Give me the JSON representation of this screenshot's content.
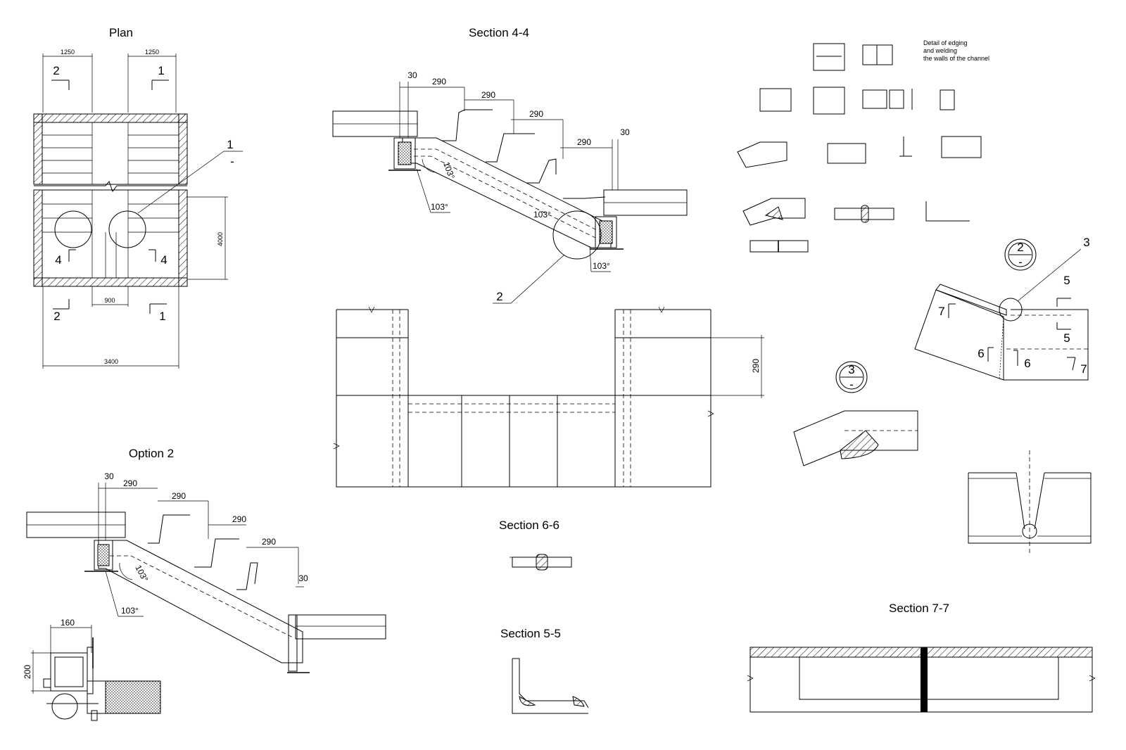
{
  "titles": {
    "plan": "Plan",
    "section44": "Section 4-4",
    "option2": "Option 2",
    "section66": "Section 6-6",
    "section55": "Section 5-5",
    "section77": "Section 7-7"
  },
  "note": {
    "line1": "Detail of edging",
    "line2": "and welding",
    "line3": "the walls of the channel"
  },
  "plan": {
    "dim_w1": "1250",
    "dim_w2": "1250",
    "dim_total": "3400",
    "dim_gap": "900",
    "dim_h": "4000",
    "sec_2_top": "2",
    "sec_1_top": "1",
    "sec_4_left": "4",
    "sec_4_right": "4",
    "sec_2_bot": "2",
    "sec_1_bot": "1",
    "callout_1": "1",
    "callout_1_sub": "-"
  },
  "section44": {
    "d30a": "30",
    "d290a": "290",
    "d290b": "290",
    "d290c": "290",
    "d290d": "290",
    "d30b": "30",
    "ang1": "103°",
    "ang2": "103°",
    "ang3": "103°",
    "ang4": "103°",
    "callout_2": "2"
  },
  "elevation": {
    "d290": "290"
  },
  "option2": {
    "d30a": "30",
    "d290a": "290",
    "d290b": "290",
    "d290c": "290",
    "d290d": "290",
    "d30b": "30",
    "ang1": "103°",
    "ang2": "103°",
    "d160": "160",
    "d200": "200"
  },
  "detail2": {
    "num": "2",
    "sub": "-",
    "callout_3": "3",
    "s5a": "5",
    "s5b": "5",
    "s7a": "7",
    "s7b": "7",
    "s6a": "6",
    "s6b": "6"
  },
  "detail3": {
    "num": "3",
    "sub": "-"
  }
}
